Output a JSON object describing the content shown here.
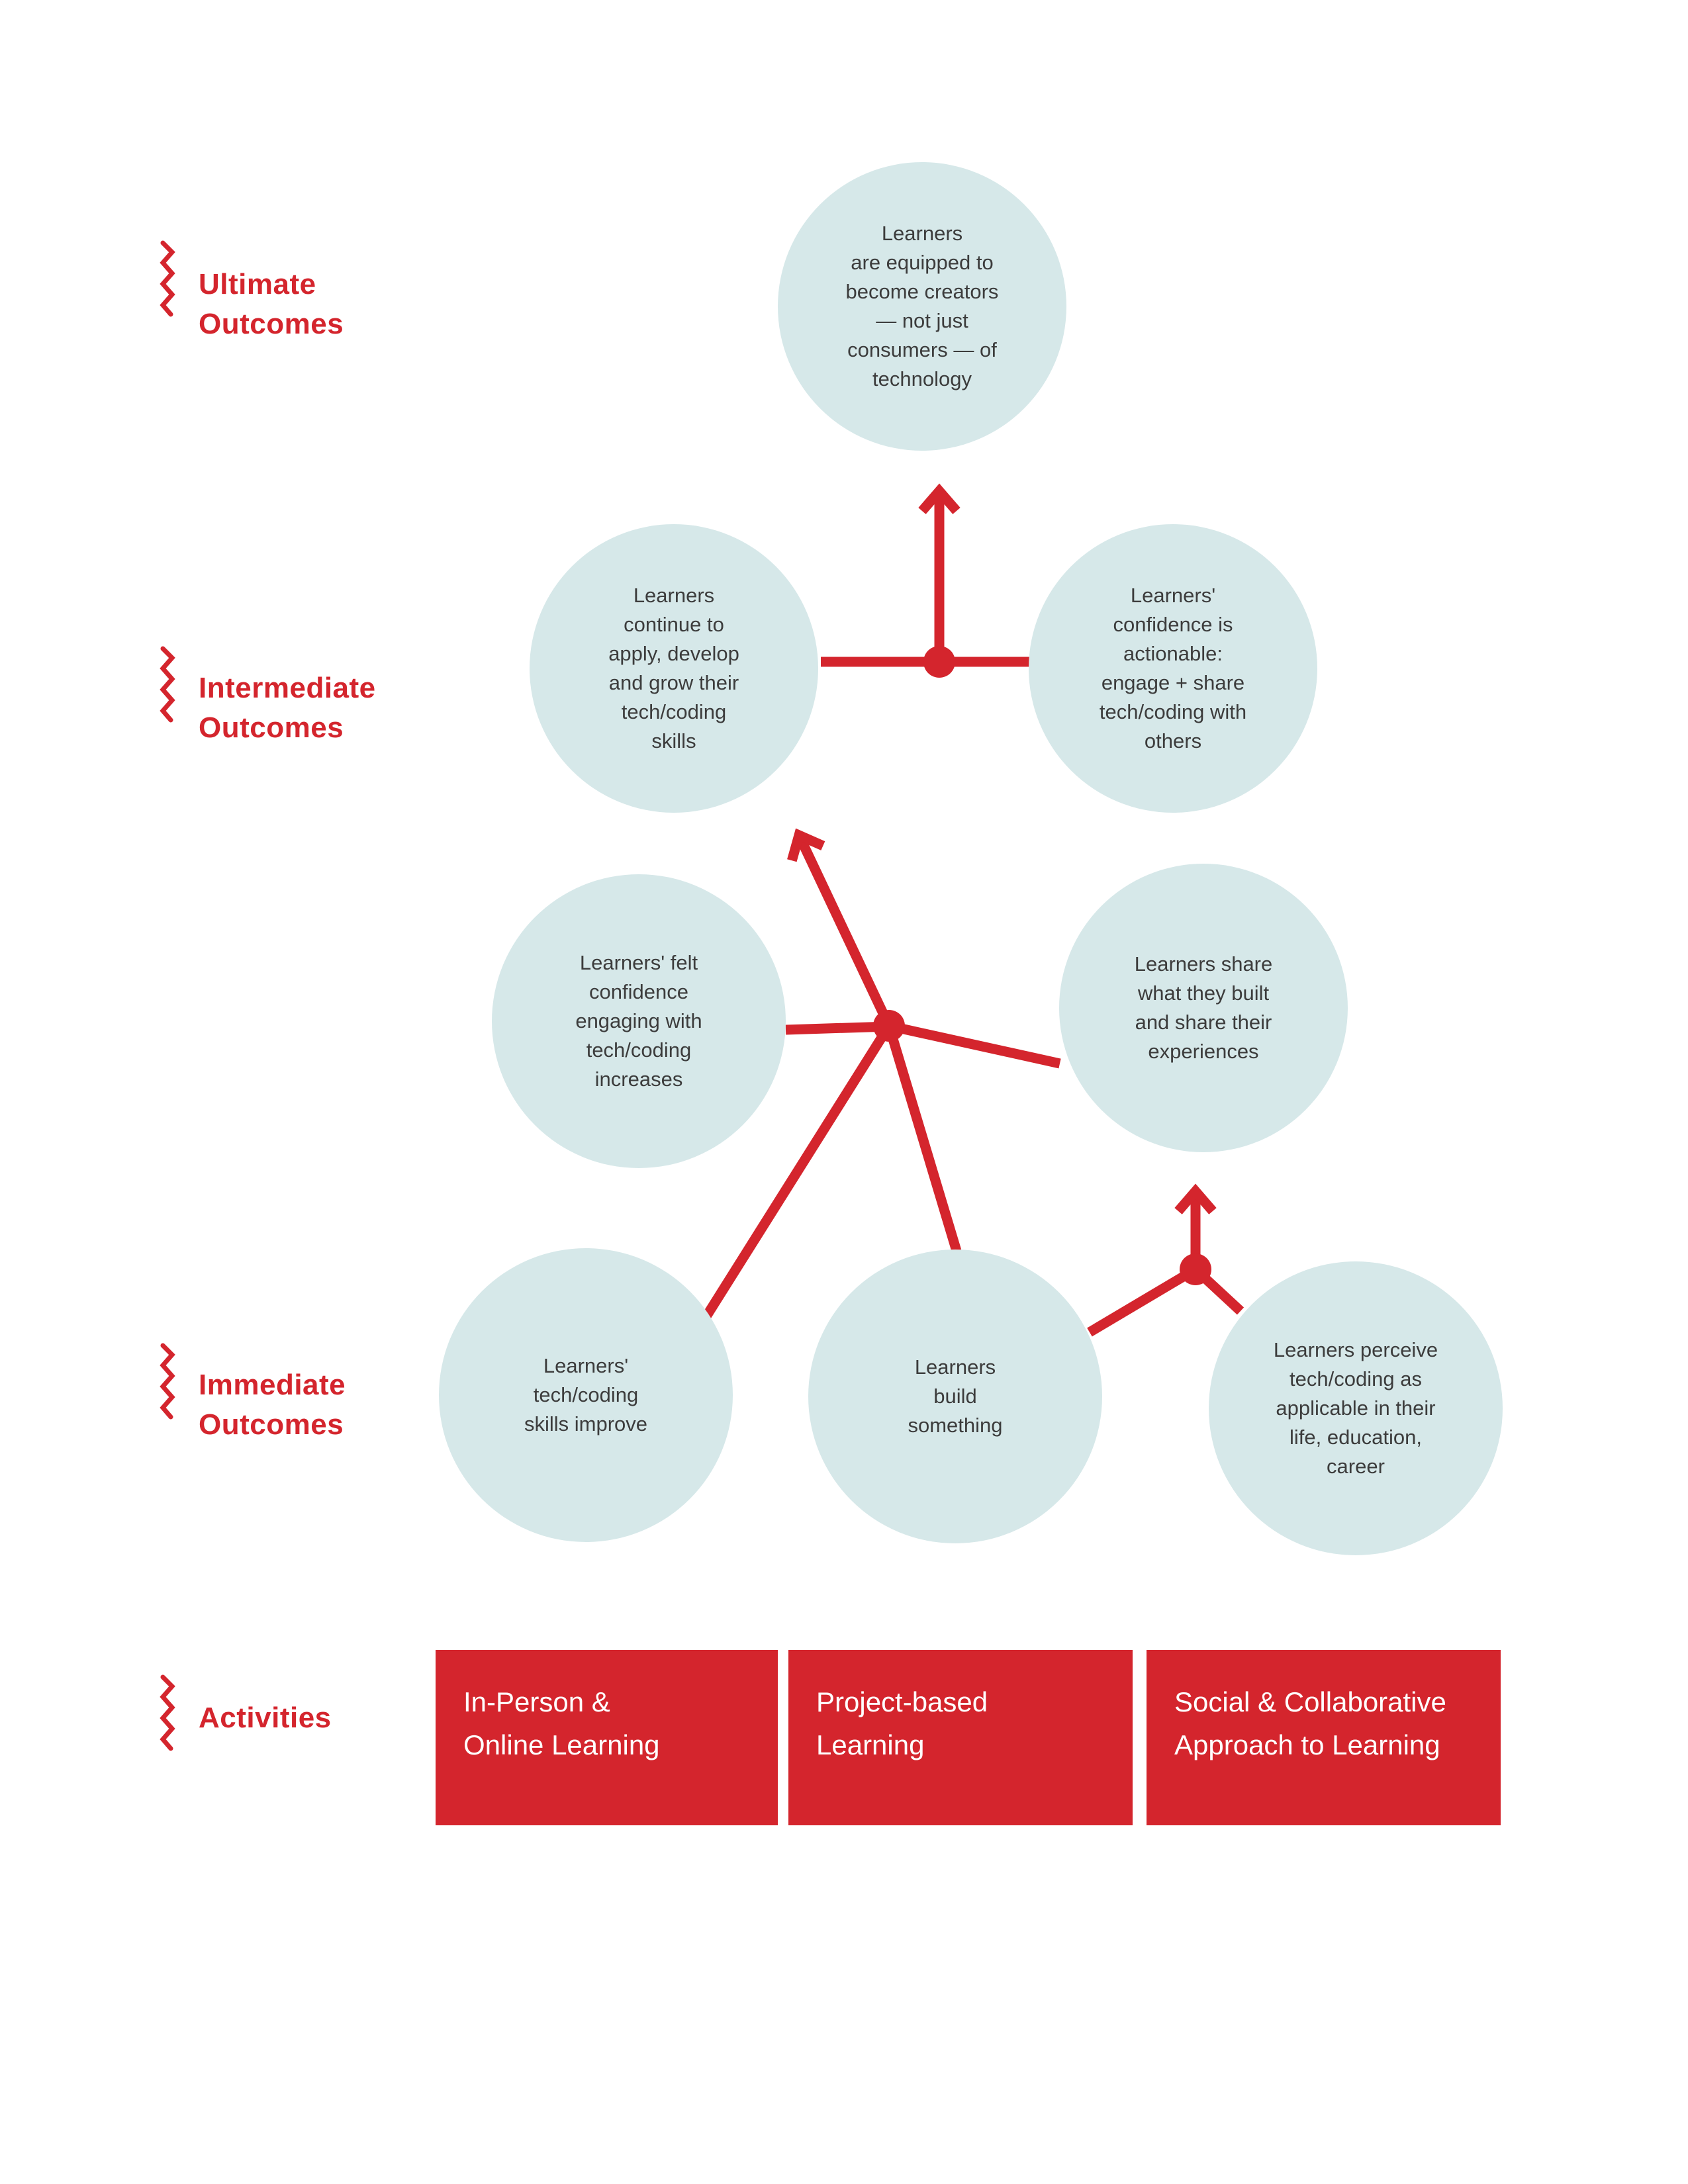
{
  "diagram": {
    "background": "#ffffff",
    "colors": {
      "accent_red": "#d4252d",
      "circle_fill": "#d6e8e9",
      "circle_text": "#3c3c3c",
      "activity_box_fill": "#d4252d",
      "activity_box_text": "#ffffff"
    },
    "icons": {
      "row_bracket": "vertical-zigzag-bracket",
      "arrow": "chevron-arrow",
      "junction": "filled-junction-dot"
    },
    "row_labels": [
      {
        "id": "ultimate-outcomes",
        "label": "Ultimate\nOutcomes"
      },
      {
        "id": "intermediate-outcomes",
        "label": "Intermediate\nOutcomes"
      },
      {
        "id": "immediate-outcomes",
        "label": "Immediate\nOutcomes"
      },
      {
        "id": "activities",
        "label": "Activities"
      }
    ],
    "circles": [
      {
        "id": "ultimate-outcome",
        "text": "Learners\nare equipped to\nbecome creators\n— not just\nconsumers — of\ntechnology"
      },
      {
        "id": "continue-apply-develop",
        "text": "Learners\ncontinue to\napply, develop\nand grow their\ntech/coding\nskills"
      },
      {
        "id": "confidence-actionable",
        "text": "Learners'\nconfidence is\nactionable:\nengage + share\ntech/coding with\nothers"
      },
      {
        "id": "felt-confidence-increases",
        "text": "Learners' felt\nconfidence\nengaging with\ntech/coding\nincreases"
      },
      {
        "id": "share-what-they-built",
        "text": "Learners share\nwhat they built\nand share their\nexperiences"
      },
      {
        "id": "skills-improve",
        "text": "Learners'\ntech/coding\nskills improve"
      },
      {
        "id": "build-something",
        "text": "Learners\nbuild\nsomething"
      },
      {
        "id": "perceive-applicable",
        "text": "Learners perceive\ntech/coding as\napplicable in their\nlife, education,\ncareer"
      }
    ],
    "activities": [
      {
        "id": "in-person-online-learning",
        "label": "In-Person &\nOnline Learning"
      },
      {
        "id": "project-based-learning",
        "label": "Project-based\nLearning"
      },
      {
        "id": "social-collaborative-learning",
        "label": "Social & Collaborative\nApproach to Learning"
      }
    ]
  }
}
